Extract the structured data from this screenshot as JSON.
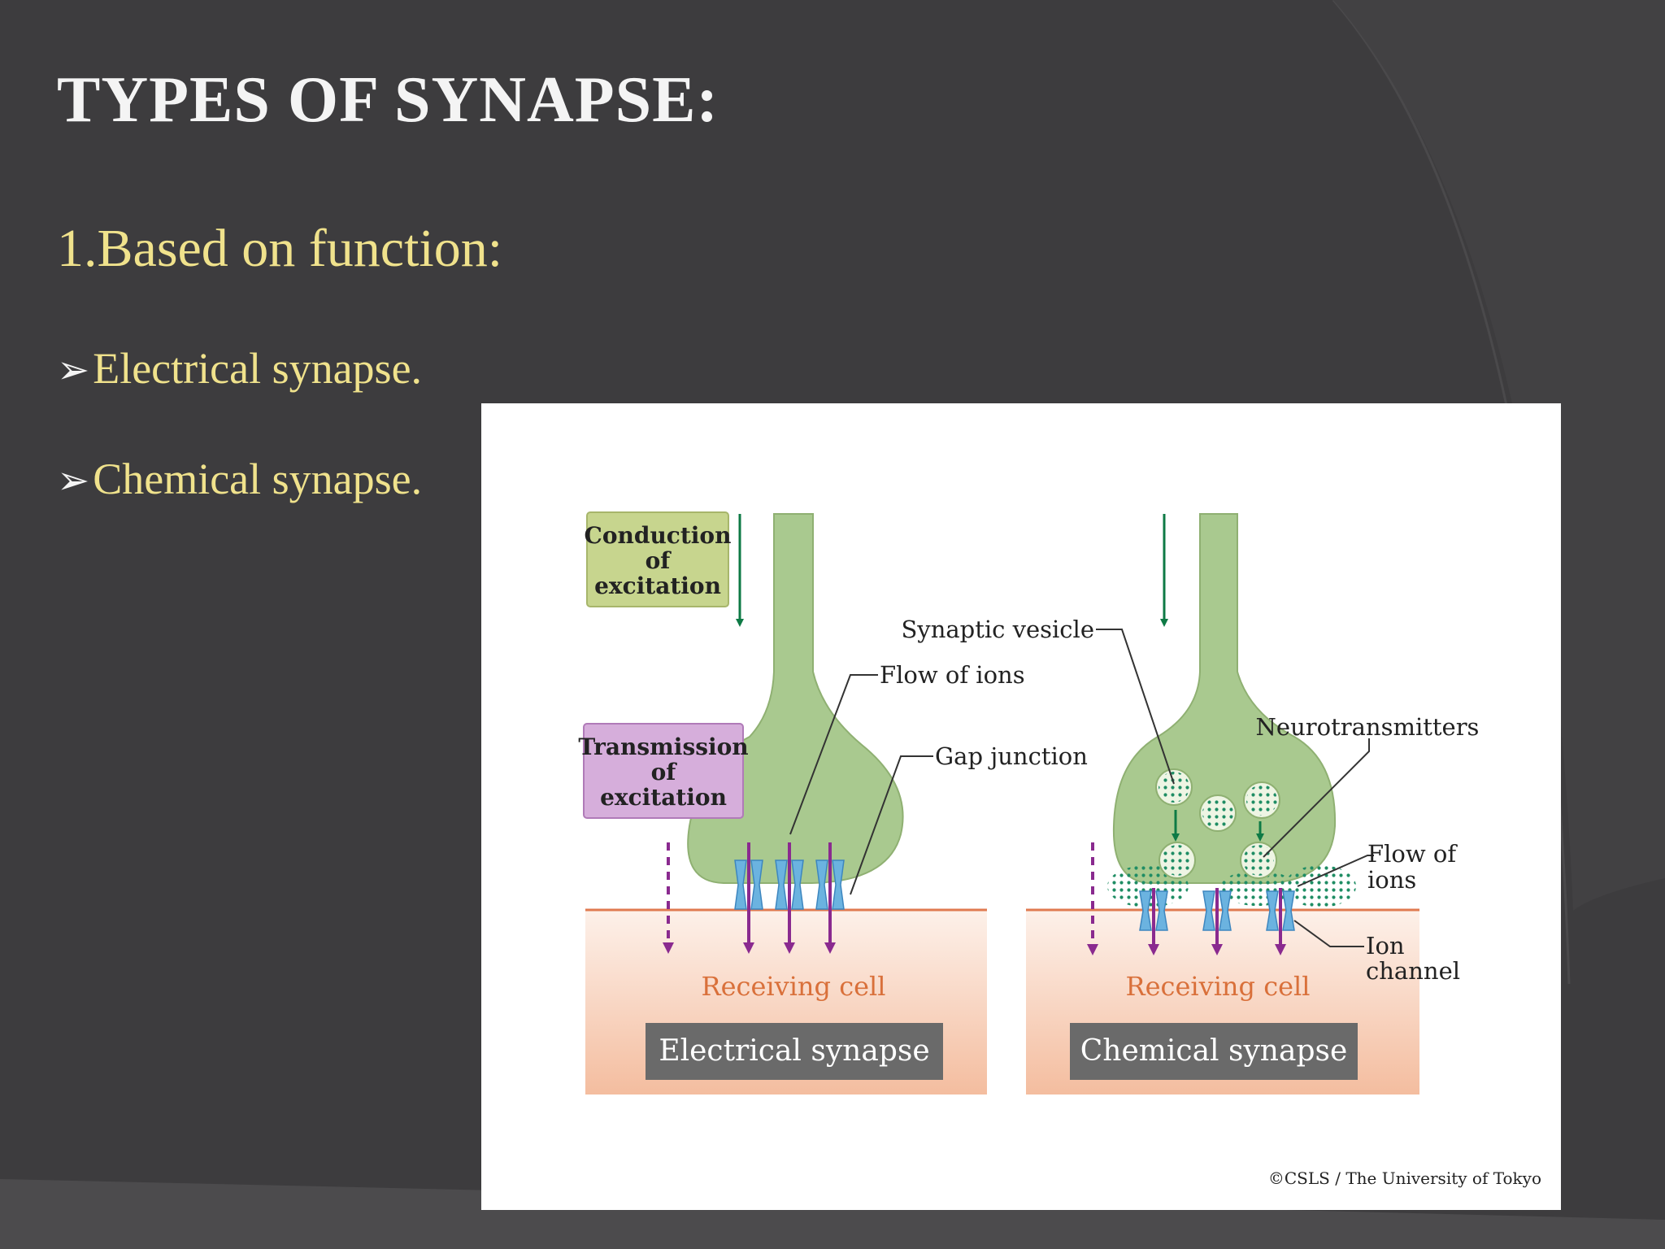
{
  "slide": {
    "title": "TYPES OF SYNAPSE:",
    "subtitle": "1.Based on function:",
    "bullets": [
      {
        "marker": "➢",
        "text": "Electrical synapse."
      },
      {
        "marker": "➢",
        "text": "Chemical synapse."
      }
    ]
  },
  "diagram": {
    "legend_conduction": [
      "Conduction",
      "of",
      "excitation"
    ],
    "legend_transmission": [
      "Transmission",
      "of",
      "excitation"
    ],
    "labels": {
      "flow_of_ions": "Flow of ions",
      "gap_junction": "Gap junction",
      "synaptic_vesicle": "Synaptic vesicle",
      "neurotransmitters": "Neurotransmitters",
      "flow_of_ions_right": [
        "Flow of",
        "ions"
      ],
      "ion_channel": [
        "Ion",
        "channel"
      ],
      "receiving_cell_left": "Receiving cell",
      "receiving_cell_right": "Receiving cell"
    },
    "panel_titles": {
      "electrical": "Electrical synapse",
      "chemical": "Chemical synapse"
    },
    "credit": "©CSLS / The University of Tokyo",
    "colors": {
      "neuron": "#a9c98f",
      "neuron_stroke": "#8fb072",
      "channel": "#6bb3e0",
      "arrow_green": "#0e7a45",
      "arrow_purple": "#8a2a8f",
      "receiving_top": "#fbe9df",
      "receiving_bottom": "#f5c2a6",
      "conduction_box": "#c7d58e",
      "transmission_box": "#d6aedb"
    }
  }
}
